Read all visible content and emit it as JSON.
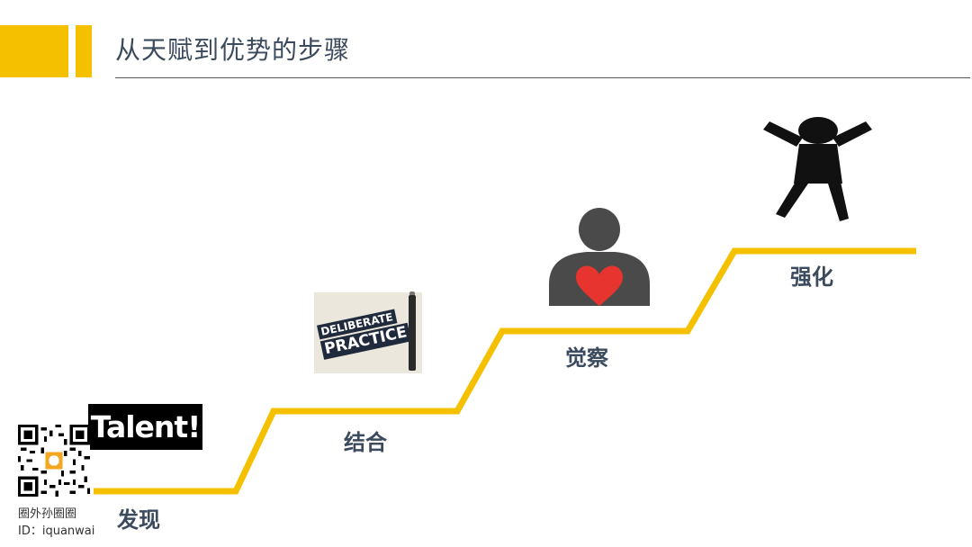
{
  "header": {
    "title": "从天赋到优势的步骤",
    "accent_color": "#f5c000"
  },
  "steps": [
    {
      "label": "发现"
    },
    {
      "label": "结合"
    },
    {
      "label": "觉察"
    },
    {
      "label": "强化"
    }
  ],
  "images": {
    "talent_text": "Talent!",
    "practice_line1": "DELIBERATE",
    "practice_line2": "PRACTICE"
  },
  "footer": {
    "account_name": "圈外孙圈圈",
    "account_id": "ID：iquanwai"
  },
  "colors": {
    "stair_line": "#f5c000",
    "text_dark": "#3b4a5c",
    "heart": "#e8342e",
    "silhouette": "#4a4a4a"
  }
}
